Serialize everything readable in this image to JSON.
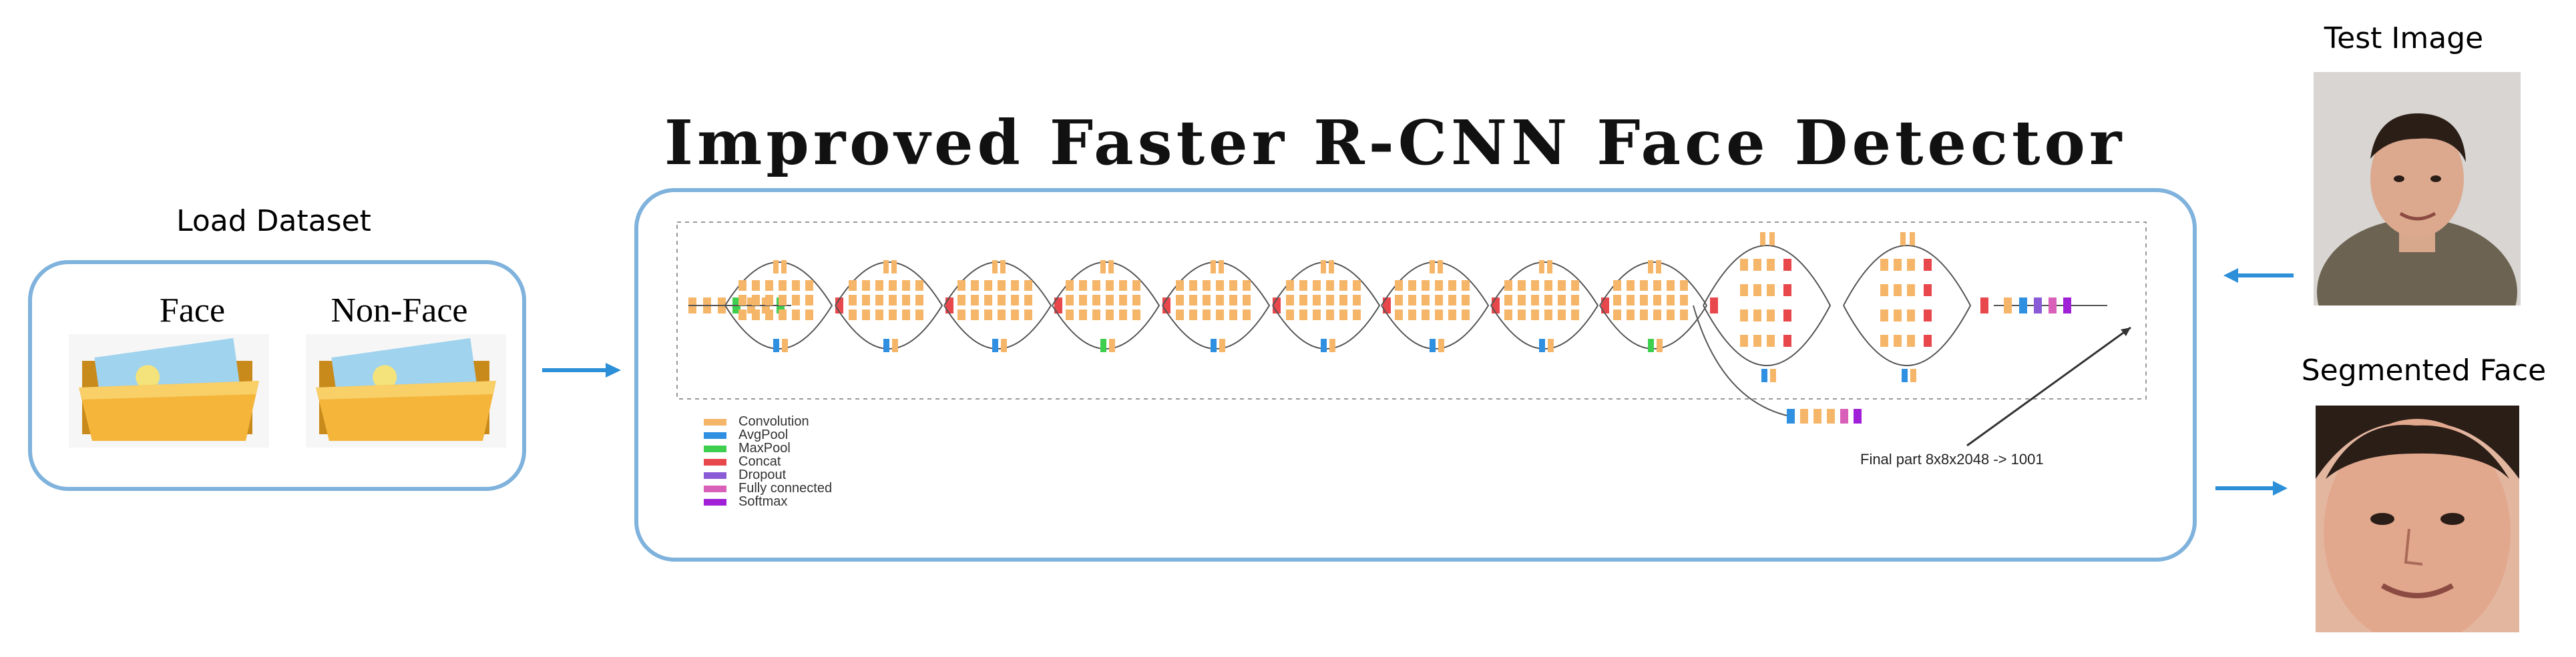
{
  "load_dataset": {
    "caption": "Load Dataset",
    "face_label": "Face",
    "nonface_label": "Non-Face"
  },
  "detector": {
    "title": "Improved Faster R-CNN Face Detector",
    "legend": [
      {
        "label": "Convolution",
        "color": "#f5b66a"
      },
      {
        "label": "AvgPool",
        "color": "#2f8fe0"
      },
      {
        "label": "MaxPool",
        "color": "#3ecf4f"
      },
      {
        "label": "Concat",
        "color": "#e8474b"
      },
      {
        "label": "Dropout",
        "color": "#8a5bd6"
      },
      {
        "label": "Fully connected",
        "color": "#d860b8"
      },
      {
        "label": "Softmax",
        "color": "#a020d8"
      }
    ],
    "annotation": "Final part 8x8x2048 -> 1001"
  },
  "test_image": {
    "caption": "Test Image"
  },
  "segmented_face": {
    "caption": "Segmented Face"
  },
  "colors": {
    "panel_border": "#7fb2dc",
    "arrow": "#2c8fd8"
  }
}
